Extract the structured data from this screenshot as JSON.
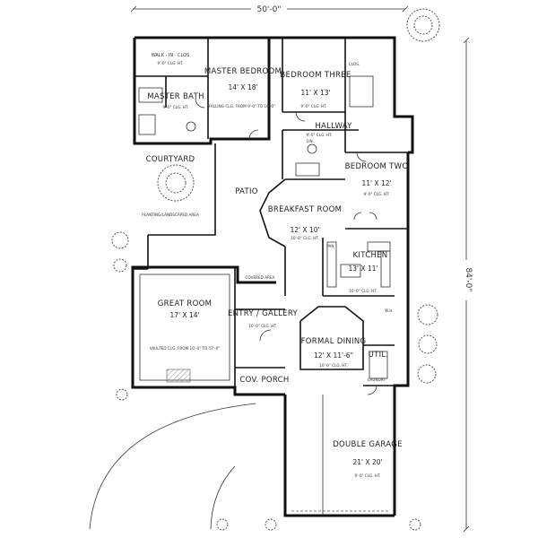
{
  "dimensions": {
    "width": "50'-0\"",
    "depth": "84'-0\""
  },
  "rooms": {
    "walk_in_clos": {
      "name": "WALK - IN - CLOS",
      "ceiling": "9'-0\" CLG. HT."
    },
    "master_bath": {
      "name": "MASTER BATH",
      "ceiling": "9'-0\" CLG. HT."
    },
    "master_bedroom": {
      "name": "MASTER BEDROOM",
      "size": "14' X 18'",
      "ceiling": "FALLING CLG. FROM 9'-0\" TO 10'-0\""
    },
    "bedroom_three": {
      "name": "BEDROOM THREE",
      "size": "11' X 13'",
      "ceiling": "9'-0\" CLG. HT."
    },
    "hallway": {
      "name": "HALLWAY",
      "ceiling": "9'-0\" CLG. HT."
    },
    "bedroom_two": {
      "name": "BEDROOM TWO",
      "size": "11' X 12'",
      "ceiling": "9'-0\" CLG. HT."
    },
    "breakfast_room": {
      "name": "BREAKFAST ROOM",
      "size": "12' X 10'",
      "ceiling": "10'-0\" CLG. HT."
    },
    "kitchen": {
      "name": "KITCHEN",
      "size": "13' X 11'",
      "ceiling": "10'-0\" CLG. HT."
    },
    "great_room": {
      "name": "GREAT ROOM",
      "size": "17' X 14'",
      "ceiling": "VAULTED CLG. FROM 10'-0\" TO 17'-0\""
    },
    "entry_gallery": {
      "name": "ENTRY / GALLERY",
      "ceiling": "10'-0\" CLG. HT."
    },
    "formal_dining": {
      "name": "FORMAL DINING",
      "size": "12' X 11'-6\"",
      "ceiling": "10'-0\" CLG. HT."
    },
    "utility": {
      "name": "UTIL."
    },
    "cov_porch": {
      "name": "COV. PORCH"
    },
    "double_garage": {
      "name": "DOUBLE GARAGE",
      "size": "21' X 20'",
      "ceiling": "9'-0\" CLG. HT."
    },
    "patio": {
      "name": "PATIO"
    },
    "courtyard": {
      "name": "COURTYARD"
    },
    "covered_area": {
      "name": "COVERED AREA"
    }
  },
  "notes": {
    "planting": "PLANTING/LANDSCAPED AREA",
    "laundry": "LAUNDRY"
  },
  "small_labels": {
    "clos": "CLOS.",
    "pan": "PAN.",
    "lin": "LIN.",
    "wh": "W.H."
  }
}
